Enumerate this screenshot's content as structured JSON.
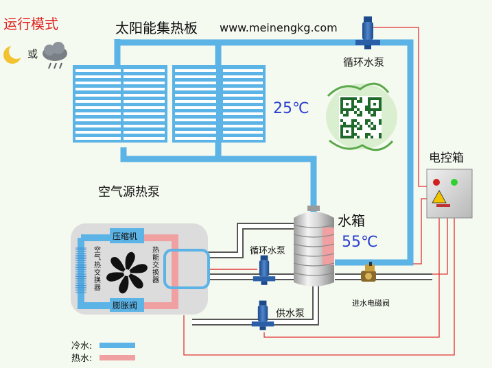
{
  "mode_title": "运行模式",
  "weather_or": "或",
  "solar_panel_label": "太阳能集热板",
  "website": "www.meinengkg.com",
  "pump_top_label": "循环水泵",
  "panel_temperature": "25℃",
  "control_box_label": "电控箱",
  "heat_pump_label": "空气源热泵",
  "compressor_label": "压缩机",
  "expansion_valve_label": "膨胀阀",
  "air_exchanger_label": "空气热交换器",
  "heat_exchanger_label": "热能交换器",
  "tank_label": "水箱",
  "tank_temperature": "55℃",
  "pump_mid_label": "循环水泵",
  "supply_pump_label": "供水泵",
  "inlet_valve_label": "进水电磁阀",
  "legend": {
    "cold": "冷水:",
    "hot": "热水:"
  },
  "colors": {
    "cold": "#5bb3e6",
    "hot": "#f0a0a0",
    "wire": "#e03030",
    "pump": "#2a5fa8",
    "title": "#e02020"
  }
}
